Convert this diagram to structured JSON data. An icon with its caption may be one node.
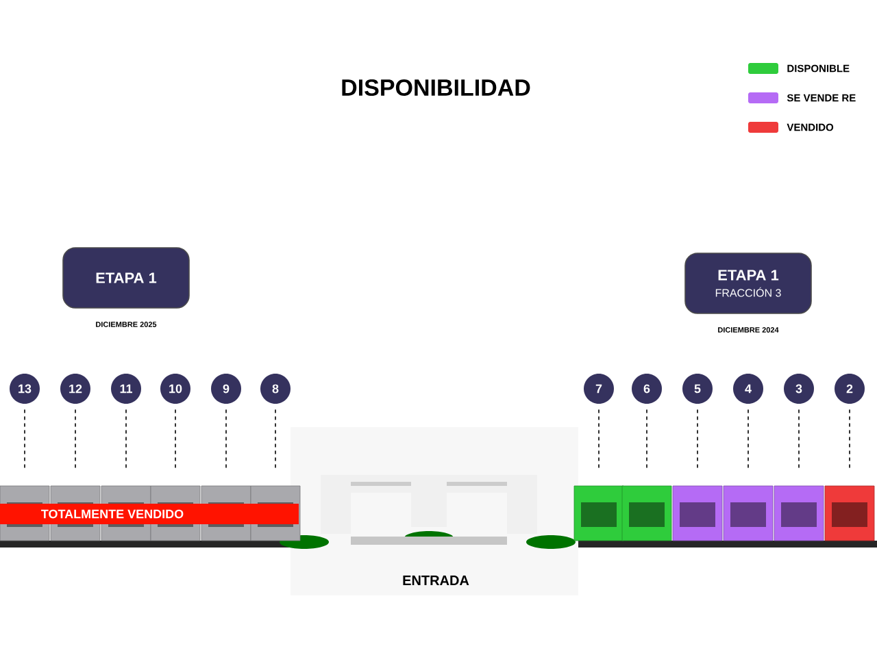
{
  "diagram": {
    "title": "DISPONIBILIDAD",
    "nodes": [
      {
        "text": [
          "ETAPA 1"
        ],
        "beside": [
          "DICIEMBRE 2025"
        ]
      },
      {
        "text": [
          "ETAPA 1",
          "FRACCIÓN 3"
        ],
        "beside": [
          "DICIEMBRE 2024"
        ]
      },
      {
        "text": [
          "13"
        ]
      },
      {
        "text": [
          "12"
        ]
      },
      {
        "text": [
          "11"
        ]
      },
      {
        "text": [
          "10"
        ]
      },
      {
        "text": [
          "9"
        ]
      },
      {
        "text": [
          "8"
        ]
      },
      {
        "text": [
          "7"
        ]
      },
      {
        "text": [
          "6"
        ]
      },
      {
        "text": [
          "5"
        ]
      },
      {
        "text": [
          "4"
        ]
      },
      {
        "text": [
          "3"
        ]
      },
      {
        "text": [
          "2"
        ]
      },
      {
        "text": [],
        "shape": "box"
      },
      {
        "text": [],
        "shape": "box"
      },
      {
        "text": [],
        "shape": "box"
      },
      {
        "text": [],
        "shape": "box"
      },
      {
        "text": [],
        "shape": "box"
      },
      {
        "text": [],
        "shape": "box"
      },
      {
        "text": [],
        "shape": "box"
      },
      {
        "text": [],
        "shape": "box"
      },
      {
        "text": [],
        "shape": "box"
      },
      {
        "text": [],
        "shape": "box"
      },
      {
        "text": [],
        "shape": "box"
      },
      {
        "text": [],
        "shape": "box"
      }
    ],
    "edges": [
      {
        "from": 2,
        "to": 14,
        "arrow": "none",
        "style": "dashed"
      },
      {
        "from": 3,
        "to": 15,
        "arrow": "none",
        "style": "dashed"
      },
      {
        "from": 4,
        "to": 16,
        "arrow": "none",
        "style": "dashed"
      },
      {
        "from": 5,
        "to": 17,
        "arrow": "none",
        "style": "dashed"
      },
      {
        "from": 6,
        "to": 18,
        "arrow": "none",
        "style": "dashed"
      },
      {
        "from": 7,
        "to": 19,
        "arrow": "none",
        "style": "dashed"
      },
      {
        "from": 8,
        "to": 20,
        "arrow": "none",
        "style": "dashed"
      },
      {
        "from": 9,
        "to": 21,
        "arrow": "none",
        "style": "dashed"
      },
      {
        "from": 10,
        "to": 22,
        "arrow": "none",
        "style": "dashed"
      },
      {
        "from": 11,
        "to": 23,
        "arrow": "none",
        "style": "dashed"
      },
      {
        "from": 12,
        "to": 24,
        "arrow": "none",
        "style": "dashed"
      },
      {
        "from": 13,
        "to": 25,
        "arrow": "none",
        "style": "dashed"
      }
    ],
    "labels": [
      "TOTALMENTE VENDIDO",
      "ENTRADA"
    ],
    "legend": [
      {
        "text": "DISPONIBLE",
        "color": "#2fcc3c"
      },
      {
        "text": "SE VENDE RE",
        "color": "#b56bf5"
      },
      {
        "text": "VENDIDO",
        "color": "#ef3a3a"
      }
    ]
  }
}
